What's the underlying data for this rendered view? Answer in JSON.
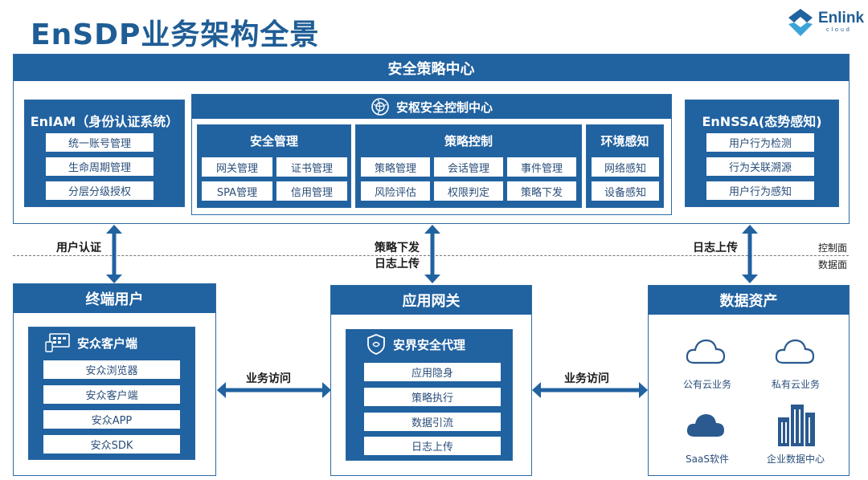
{
  "title": "EnSDP业务架构全景",
  "logo": {
    "name": "Enlink",
    "sub": "cloud"
  },
  "policy_center": {
    "title": "安全策略中心",
    "eniam": {
      "title": "EnIAM（身份认证系统）",
      "items": [
        "统一账号管理",
        "生命周期管理",
        "分层分级授权"
      ]
    },
    "control_center": {
      "title": "安枢安全控制中心",
      "security_mgmt": {
        "title": "安全管理",
        "items": [
          "网关管理",
          "证书管理",
          "SPA管理",
          "信用管理"
        ]
      },
      "policy_ctrl": {
        "title": "策略控制",
        "items": [
          "策略管理",
          "会话管理",
          "事件管理",
          "风险评估",
          "权限判定",
          "策略下发"
        ]
      },
      "env_sense": {
        "title": "环境感知",
        "items": [
          "网络感知",
          "设备感知"
        ]
      }
    },
    "ennssa": {
      "title": "EnNSSA(态势感知)",
      "items": [
        "用户行为检测",
        "行为关联溯源",
        "用户行为感知"
      ]
    }
  },
  "arrows": {
    "user_auth": "用户认证",
    "policy_issue": "策略下发",
    "log_upload_mid": "日志上传",
    "log_upload_right": "日志上传",
    "biz_access_left": "业务访问",
    "biz_access_right": "业务访问"
  },
  "planes": {
    "control": "控制面",
    "data": "数据面"
  },
  "terminal": {
    "title": "终端用户",
    "client_title": "安众客户端",
    "items": [
      "安众浏览器",
      "安众客户端",
      "安众APP",
      "安众SDK"
    ]
  },
  "gateway": {
    "title": "应用网关",
    "proxy_title": "安界安全代理",
    "items": [
      "应用隐身",
      "策略执行",
      "数据引流",
      "日志上传"
    ]
  },
  "assets": {
    "title": "数据资产",
    "items": [
      "公有云业务",
      "私有云业务",
      "SaaS软件",
      "企业数据中心"
    ]
  },
  "colors": {
    "primary": "#2162a0",
    "border": "#2d6aa3"
  }
}
